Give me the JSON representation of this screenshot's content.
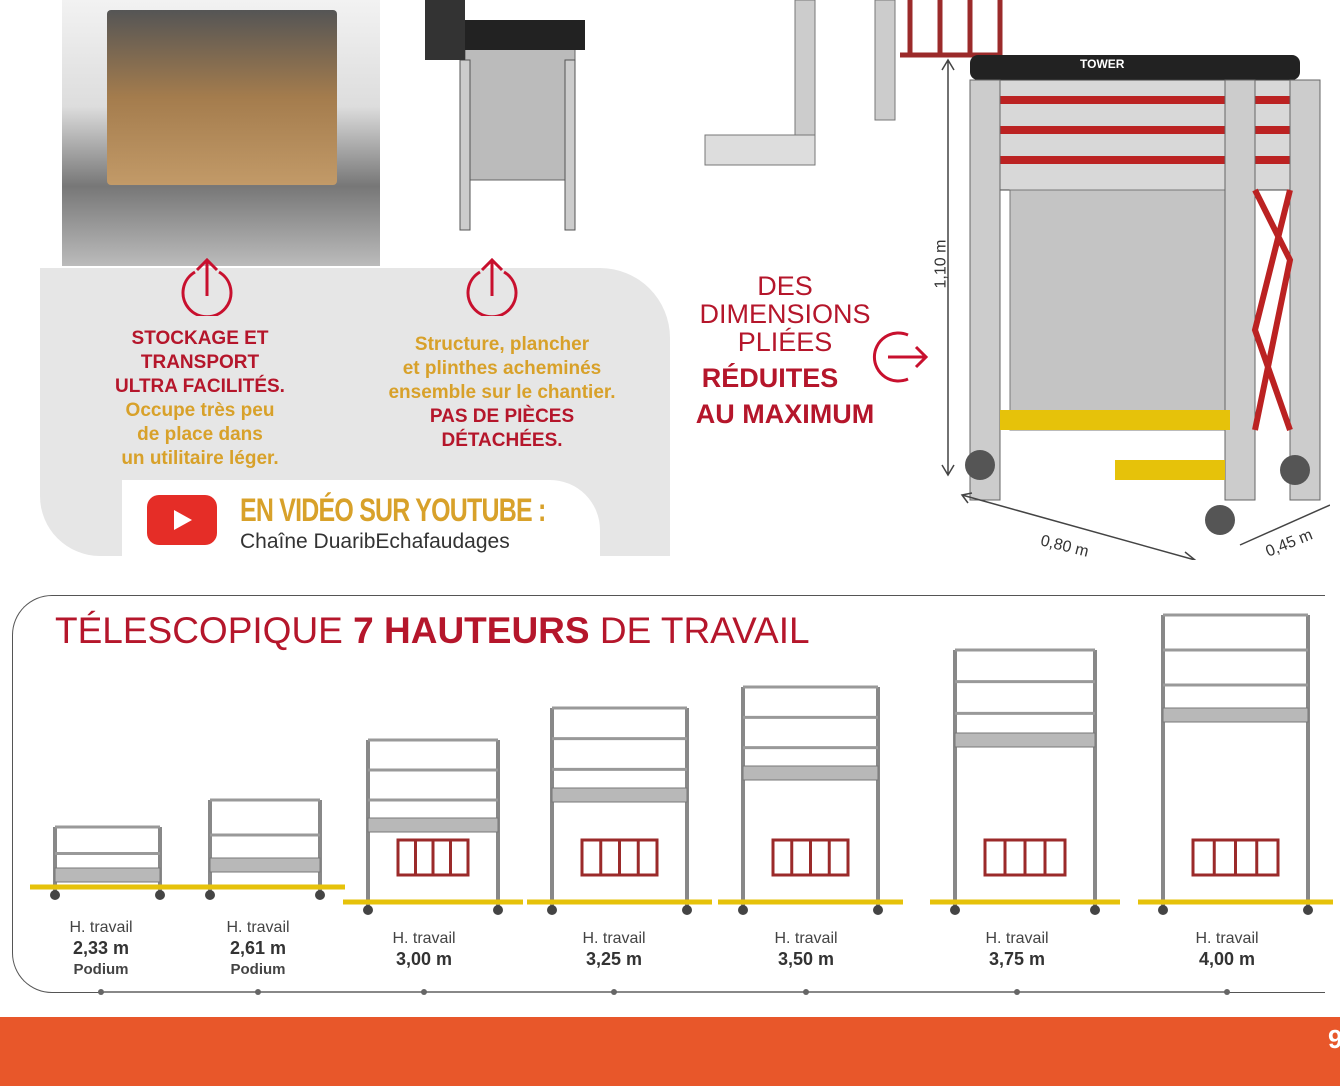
{
  "features": [
    {
      "lines_red": [
        "STOCKAGE ET",
        "TRANSPORT",
        "ULTRA FACILITÉS."
      ],
      "lines_gold": [
        "Occupe très peu",
        "de place dans",
        "un utilitaire léger."
      ]
    },
    {
      "lines_gold": [
        "Structure, plancher",
        "et plinthes acheminés",
        "ensemble sur le chantier."
      ],
      "lines_red": [
        "PAS DE PIÈCES",
        "DÉTACHÉES."
      ]
    }
  ],
  "youtube": {
    "title": "EN VIDÉO SUR YOUTUBE :",
    "channel": "Chaîne DuaribEchafaudages"
  },
  "dimensions": {
    "lines": [
      "DES",
      "DIMENSIONS",
      "PLIÉES"
    ],
    "bold_lines": [
      "RÉDUITES",
      "AU MAXIMUM"
    ],
    "height": "1,10 m",
    "width": "0,80 m",
    "depth": "0,45 m",
    "brand": "TOWER"
  },
  "section": {
    "title_pre": "TÉLESCOPIQUE ",
    "title_bold": "7 HAUTEURS",
    "title_post": " DE TRAVAIL"
  },
  "heights": [
    {
      "label": "H. travail",
      "value": "2,33 m",
      "sub": "Podium"
    },
    {
      "label": "H. travail",
      "value": "2,61 m",
      "sub": "Podium"
    },
    {
      "label": "H. travail",
      "value": "3,00 m"
    },
    {
      "label": "H. travail",
      "value": "3,25 m"
    },
    {
      "label": "H. travail",
      "value": "3,50 m"
    },
    {
      "label": "H. travail",
      "value": "3,75 m"
    },
    {
      "label": "H. travail",
      "value": "4,00 m"
    }
  ],
  "page_number": "9",
  "colors": {
    "red": "#b5162b",
    "gold": "#d8a12a",
    "orange": "#e8572a",
    "youtube": "#e52d27"
  }
}
